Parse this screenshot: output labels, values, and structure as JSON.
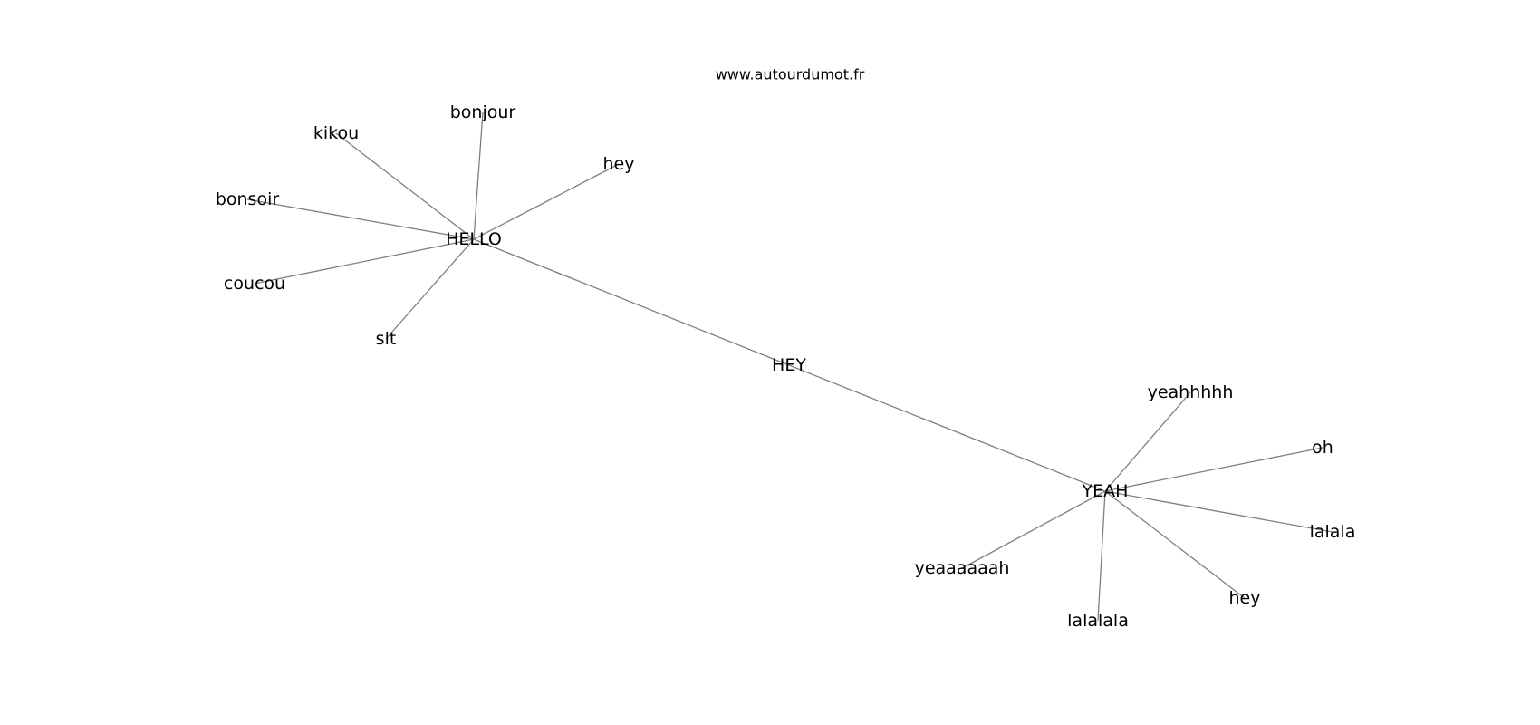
{
  "title": "www.autourdumot.fr",
  "nodes": [
    {
      "id": "HELLO",
      "label": "HELLO"
    },
    {
      "id": "HEY",
      "label": "HEY"
    },
    {
      "id": "YEAH",
      "label": "YEAH"
    },
    {
      "id": "bonjour",
      "label": "bonjour"
    },
    {
      "id": "kikou",
      "label": "kikou"
    },
    {
      "id": "hey-1",
      "label": "hey"
    },
    {
      "id": "bonsoir",
      "label": "bonsoir"
    },
    {
      "id": "coucou",
      "label": "coucou"
    },
    {
      "id": "slt",
      "label": "slt"
    },
    {
      "id": "yeahhhhh",
      "label": "yeahhhhh"
    },
    {
      "id": "oh",
      "label": "oh"
    },
    {
      "id": "lalala",
      "label": "lalala"
    },
    {
      "id": "hey-2",
      "label": "hey"
    },
    {
      "id": "lalalala",
      "label": "lalalala"
    },
    {
      "id": "yeaaaaaah",
      "label": "yeaaaaaah"
    }
  ],
  "edges": [
    [
      "HELLO",
      "bonjour"
    ],
    [
      "HELLO",
      "kikou"
    ],
    [
      "HELLO",
      "hey-1"
    ],
    [
      "HELLO",
      "bonsoir"
    ],
    [
      "HELLO",
      "coucou"
    ],
    [
      "HELLO",
      "slt"
    ],
    [
      "HELLO",
      "HEY"
    ],
    [
      "HEY",
      "YEAH"
    ],
    [
      "YEAH",
      "yeahhhhh"
    ],
    [
      "YEAH",
      "oh"
    ],
    [
      "YEAH",
      "lalala"
    ],
    [
      "YEAH",
      "hey-2"
    ],
    [
      "YEAH",
      "lalalala"
    ],
    [
      "YEAH",
      "yeaaaaaah"
    ]
  ]
}
